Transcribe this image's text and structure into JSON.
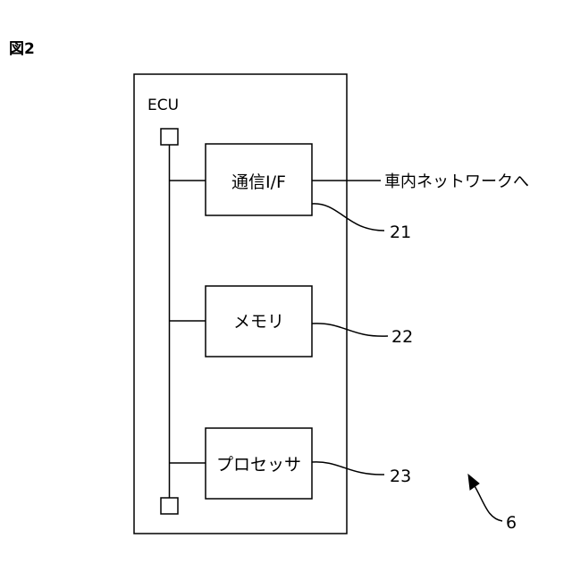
{
  "figure_label": "図2",
  "ecu_label": "ECU",
  "blocks": {
    "comm_if": "通信I/F",
    "memory": "メモリ",
    "processor": "プロセッサ"
  },
  "external_label": "車内ネットワークへ",
  "refs": {
    "comm_if": "21",
    "memory": "22",
    "processor": "23",
    "ecu": "6"
  }
}
